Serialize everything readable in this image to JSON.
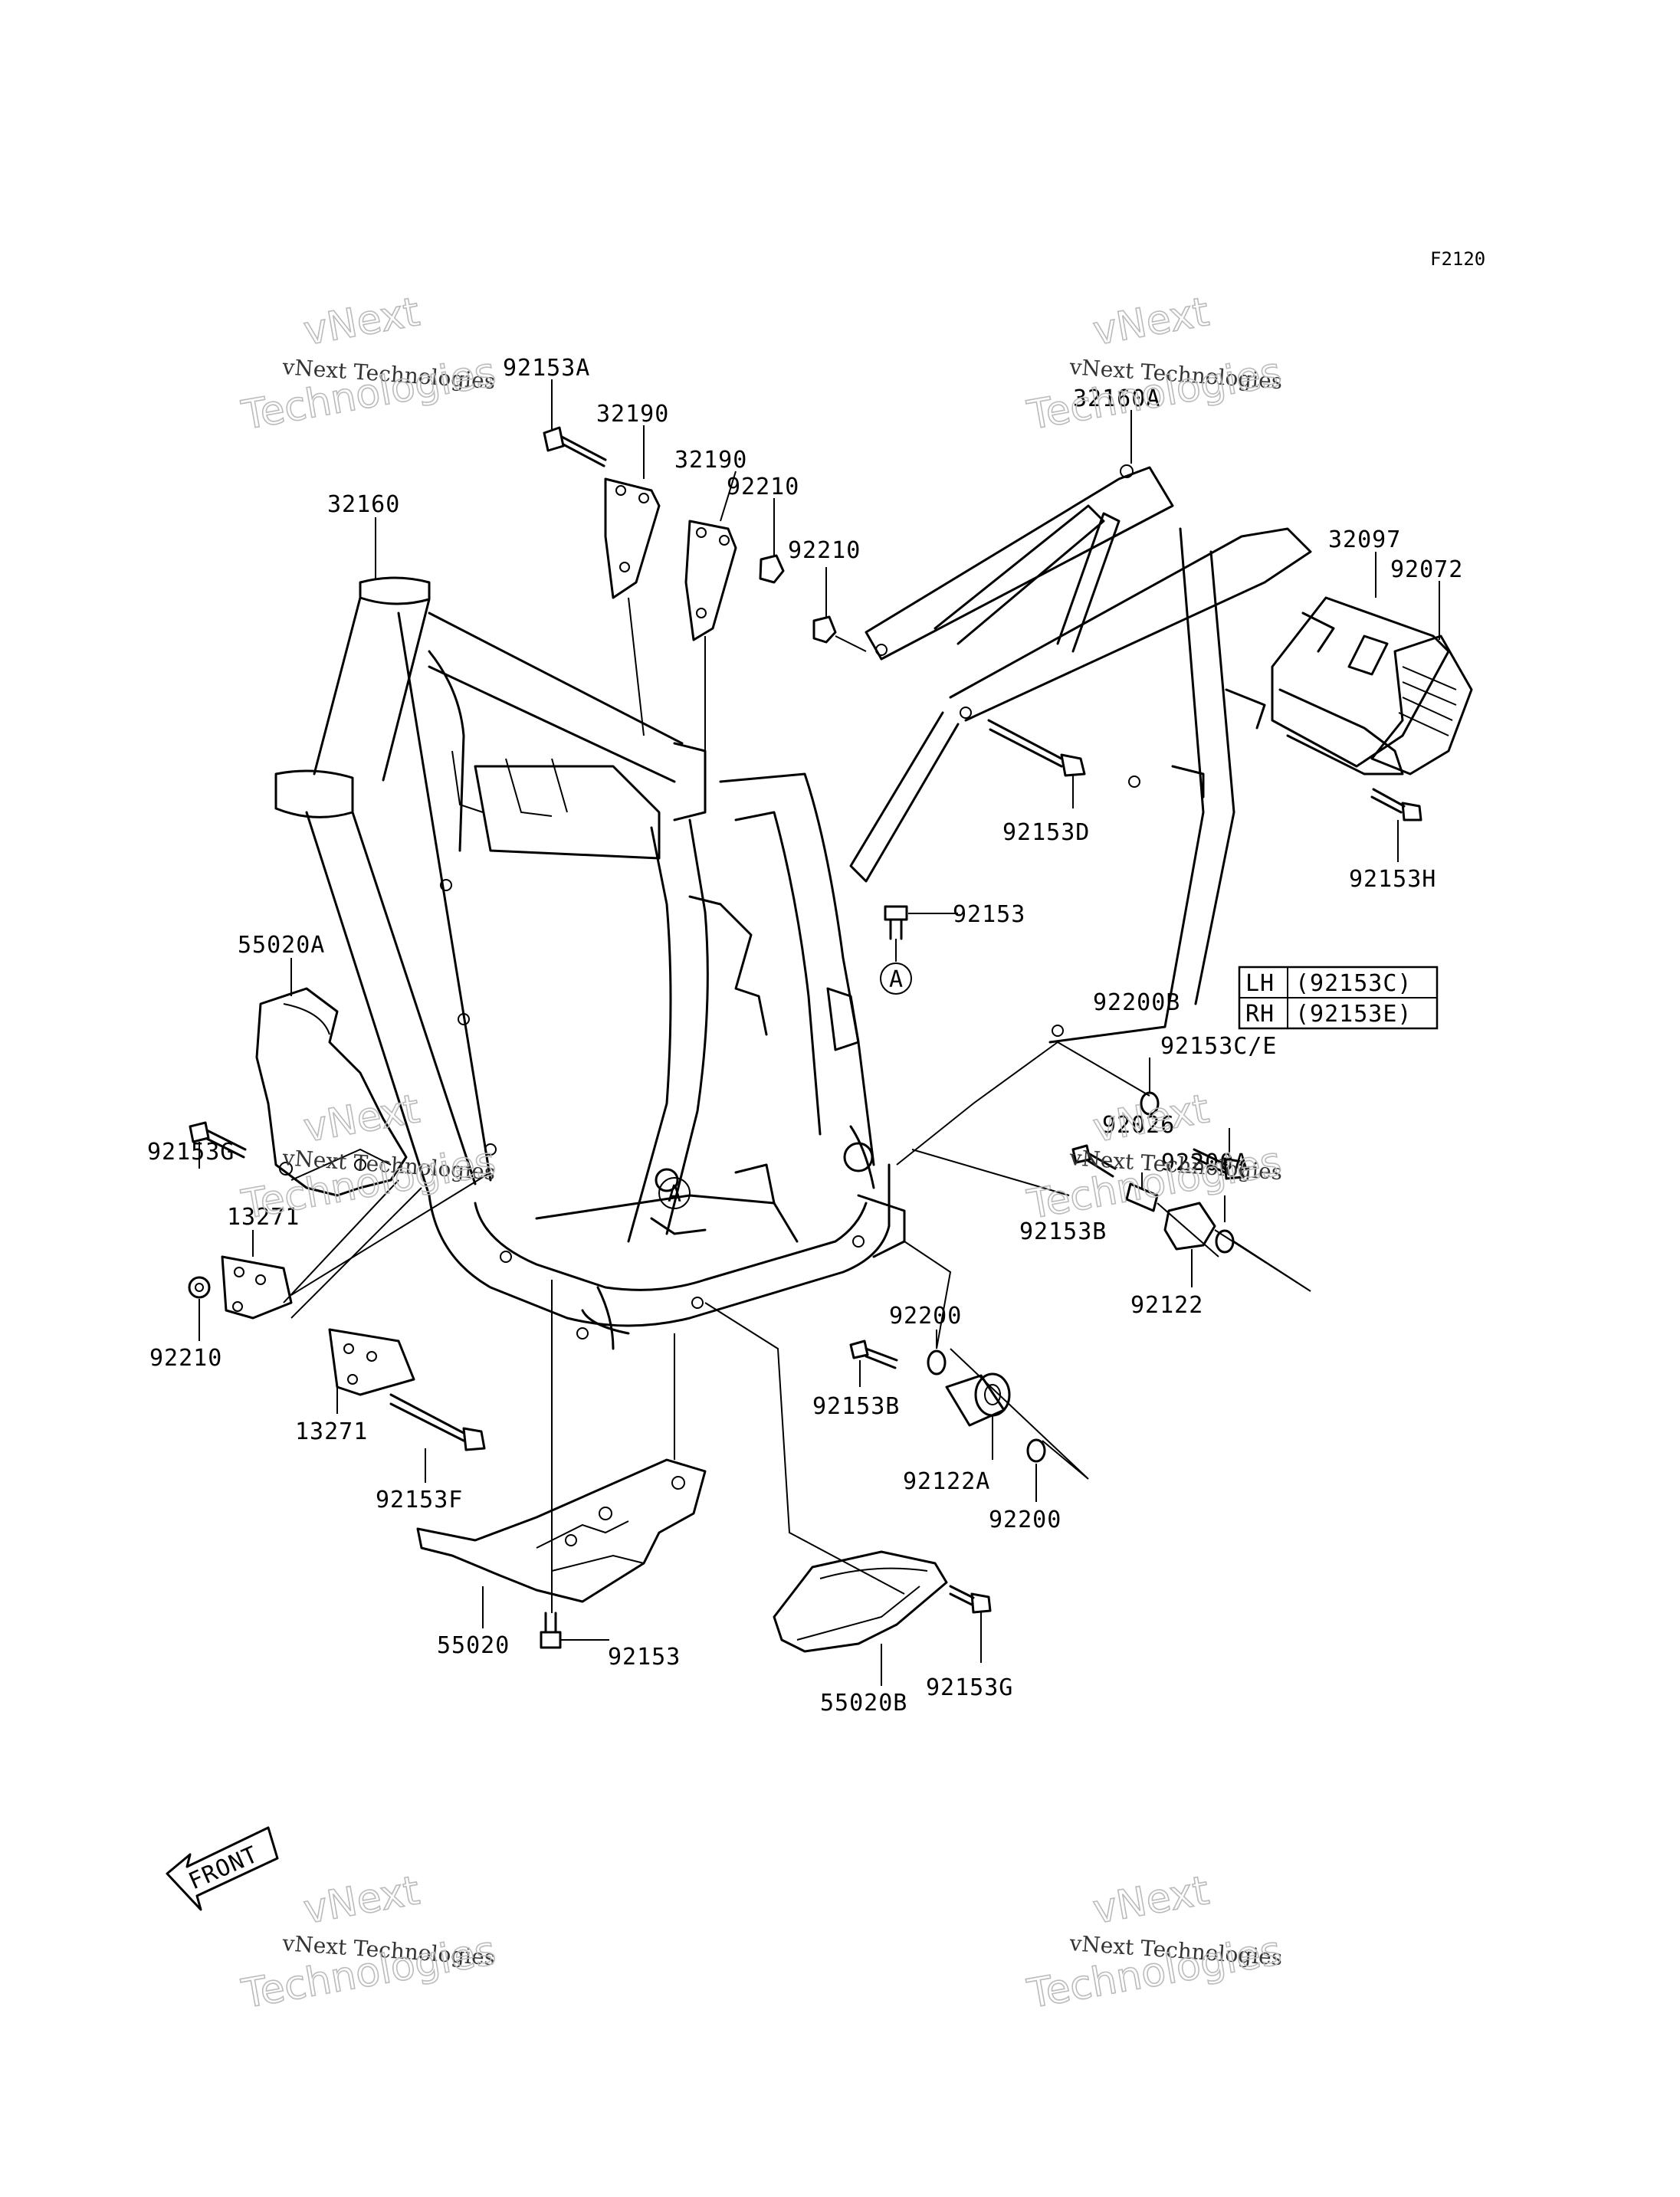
{
  "figure_code": "F2120",
  "labels": {
    "p32160": "32160",
    "p32160A": "32160A",
    "p32190a": "32190",
    "p32190b": "32190",
    "p92153A": "92153A",
    "p92210a": "92210",
    "p92210b": "92210",
    "p92210c": "92210",
    "p32097": "32097",
    "p92072": "92072",
    "p92153D": "92153D",
    "p92153H": "92153H",
    "p92153a": "92153",
    "p92153b": "92153",
    "p55020A": "55020A",
    "p55020": "55020",
    "p55020B": "55020B",
    "p92153Ga": "92153G",
    "p92153Gb": "92153G",
    "p13271a": "13271",
    "p13271b": "13271",
    "p92153F": "92153F",
    "p92200B": "92200B",
    "p92153CE": "92153C/E",
    "p92026": "92026",
    "p92200A": "92200A",
    "p92153Ba": "92153B",
    "p92153Bb": "92153B",
    "p92122": "92122",
    "p92200a": "92200",
    "p92200b": "92200",
    "p92122A": "92122A",
    "refA1": "A",
    "refA2": "A"
  },
  "side_table": {
    "rows": [
      {
        "side": "LH",
        "part": "(92153C)"
      },
      {
        "side": "RH",
        "part": "(92153E)"
      }
    ]
  },
  "front_arrow": "FRONT",
  "watermarks": {
    "line1": "vNext",
    "line2": "vNext Technologies",
    "line3": "Technologies"
  }
}
